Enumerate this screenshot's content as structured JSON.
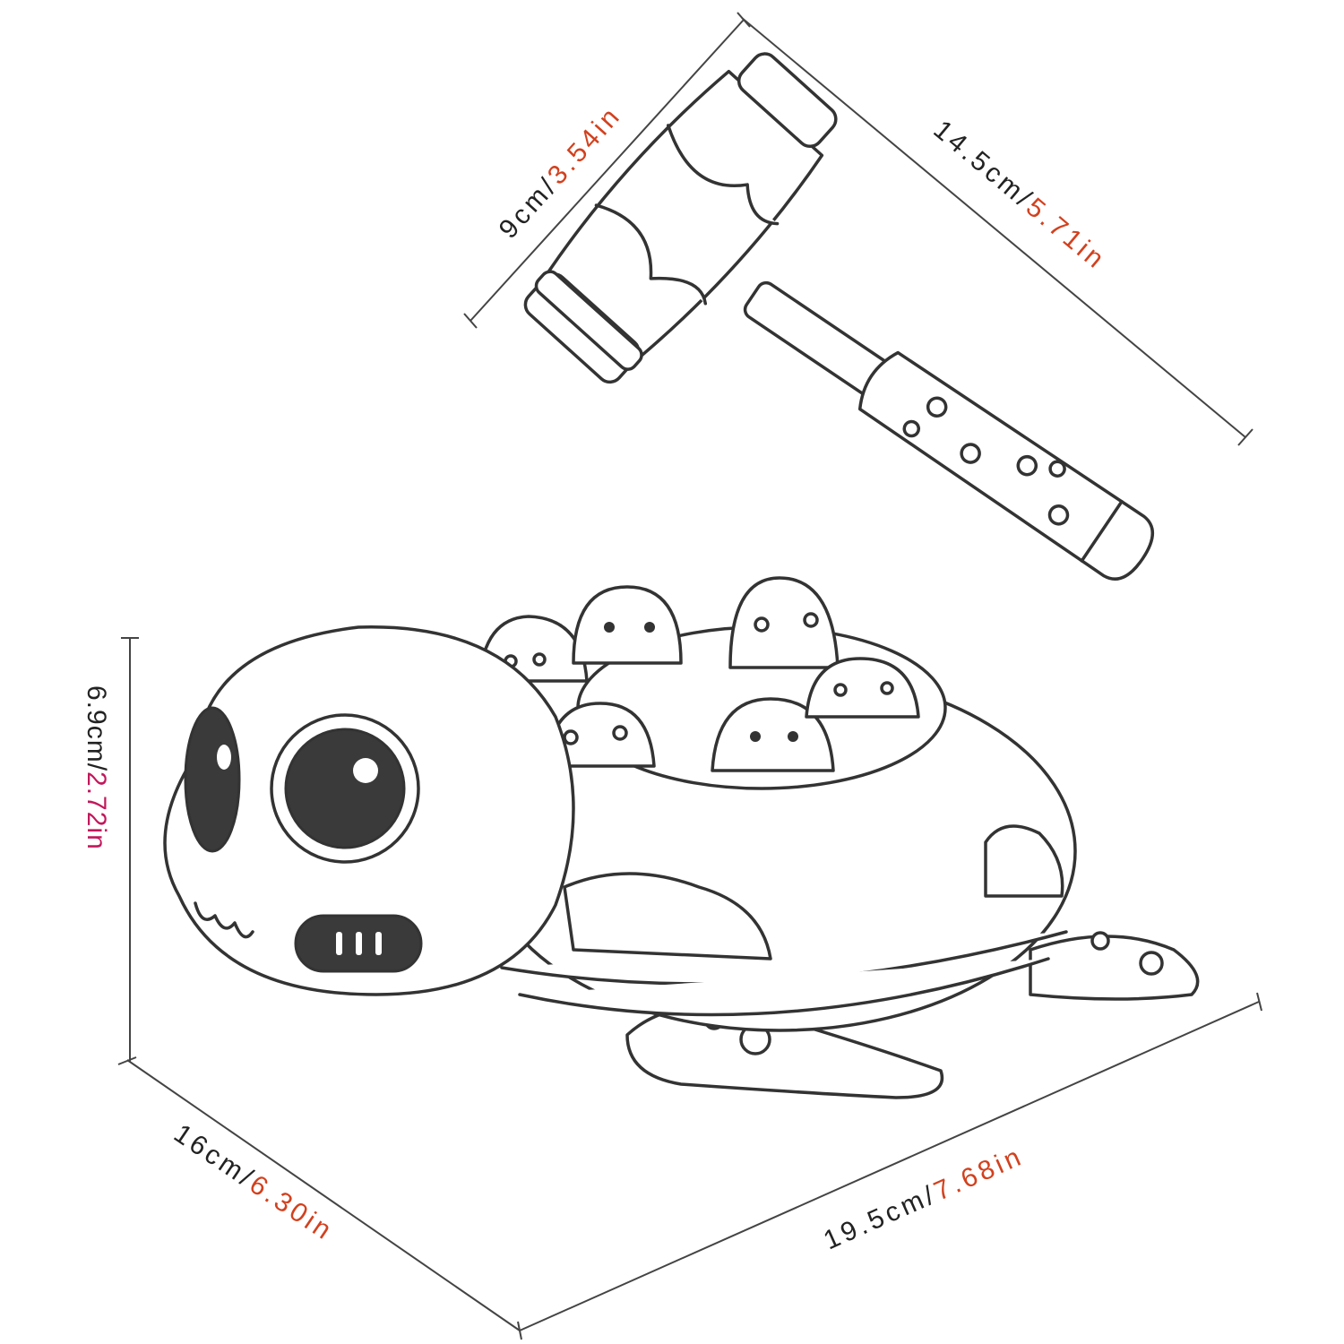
{
  "dimensions": {
    "hammer_head": {
      "metric": "9cm/",
      "imperial": "3.54in"
    },
    "hammer_length": {
      "metric": "14.5cm/",
      "imperial": "5.71in"
    },
    "height": {
      "metric": "6.9cm/",
      "imperial": "2.72in"
    },
    "depth": {
      "metric": "16cm/",
      "imperial": "6.30in"
    },
    "width": {
      "metric": "19.5cm/",
      "imperial": "7.68in"
    }
  },
  "colors": {
    "imperial_text": "#d2411e",
    "height_imperial_text": "#c2185b",
    "line": "#444444"
  }
}
